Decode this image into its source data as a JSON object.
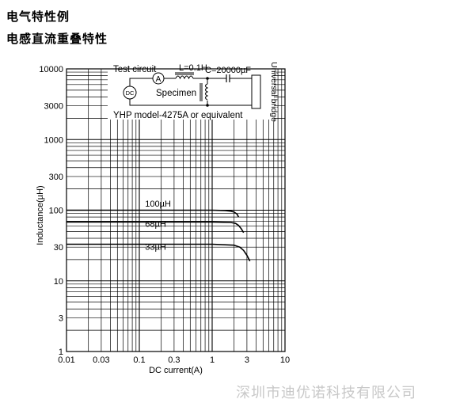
{
  "page": {
    "heading1": "电气特性例",
    "heading2": "电感直流重叠特性",
    "watermark": "深圳市迪优诺科技有限公司"
  },
  "chart_data": {
    "type": "line",
    "title": "",
    "xlabel": "DC current(A)",
    "ylabel": "Inductance(µH)",
    "x_scale": "log",
    "y_scale": "log",
    "xlim": [
      0.01,
      10
    ],
    "ylim": [
      1,
      10000
    ],
    "x_ticks": [
      0.01,
      0.03,
      0.1,
      0.3,
      1,
      3,
      10
    ],
    "x_tick_labels": [
      "0.01",
      "0.03",
      "0.1",
      "0.3",
      "1",
      "3",
      "10"
    ],
    "y_ticks": [
      1,
      3,
      10,
      30,
      100,
      300,
      1000,
      3000,
      10000
    ],
    "y_tick_labels": [
      "1",
      "3",
      "10",
      "30",
      "100",
      "300",
      "1000",
      "3000",
      "10000"
    ],
    "grid": true,
    "series": [
      {
        "name": "100µH",
        "x": [
          0.01,
          0.5,
          1.0,
          1.5,
          1.8,
          2.0,
          2.2,
          2.3
        ],
        "y": [
          100,
          100,
          100,
          99,
          97,
          94,
          88,
          80
        ]
      },
      {
        "name": "68µH",
        "x": [
          0.01,
          0.5,
          1.0,
          1.8,
          2.1,
          2.3,
          2.5,
          2.7
        ],
        "y": [
          68,
          68,
          68,
          67,
          65,
          61,
          55,
          48
        ]
      },
      {
        "name": "33µH",
        "x": [
          0.01,
          0.5,
          1.0,
          2.0,
          2.4,
          2.7,
          3.0,
          3.3
        ],
        "y": [
          33,
          33,
          33,
          32,
          30,
          27,
          23,
          19
        ]
      }
    ],
    "inset": {
      "test_circuit": "Test circuit",
      "inductor": "L=0.1H",
      "capacitor": "C=20000µF",
      "meter_a": "A",
      "source": "DC",
      "specimen": "Specimen",
      "bridge": "Universal bridge",
      "model": "YHP model-4275A or equivalent"
    }
  }
}
